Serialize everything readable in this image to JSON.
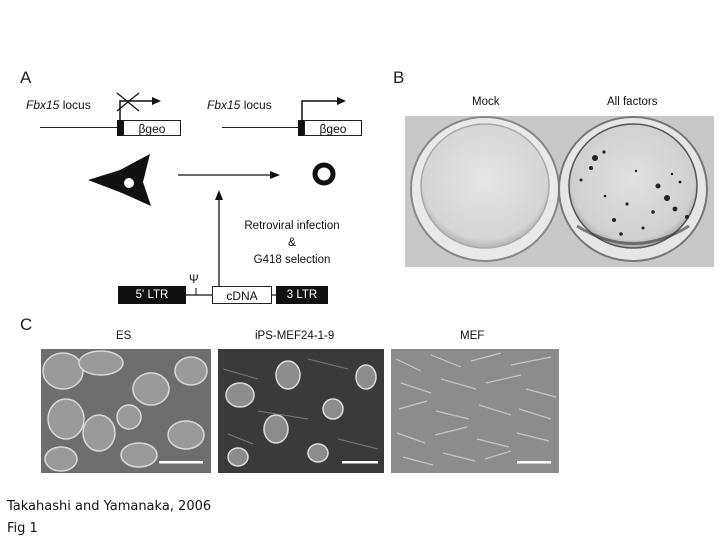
{
  "panel_a": {
    "letter": "A",
    "locus_left": {
      "gene": "Fbx15",
      "suffix": " locus"
    },
    "locus_right": {
      "gene": "Fbx15",
      "suffix": " locus"
    },
    "bgeo_left": "βgeo",
    "bgeo_right": "βgeo",
    "retroviral_line1": "Retroviral infection",
    "retroviral_line2": "&",
    "retroviral_line3": "G418 selection",
    "psi": "Ψ",
    "ltr5": "5' LTR",
    "cdna": "cDNA",
    "ltr3": "3 LTR"
  },
  "panel_b": {
    "letter": "B",
    "mock_label": "Mock",
    "all_factors_label": "All factors"
  },
  "panel_c": {
    "letter": "C",
    "es_label": "ES",
    "ips_label": "iPS-MEF24-1-9",
    "mef_label": "MEF"
  },
  "caption": {
    "line1": "Takahashi and Yamanaka, 2006",
    "line2": "Fig 1"
  }
}
